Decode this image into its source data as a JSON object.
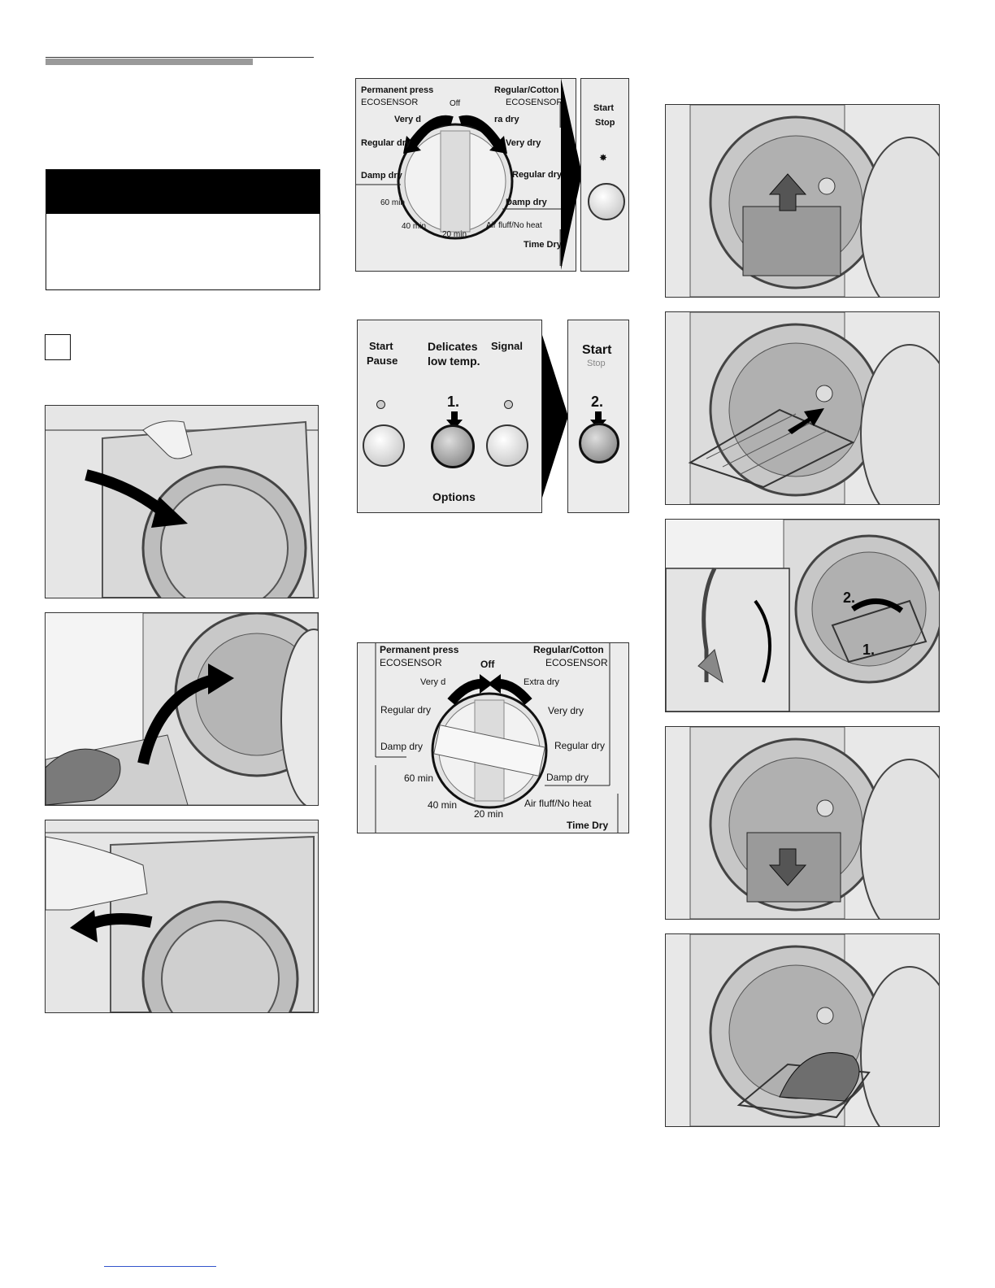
{
  "dial1": {
    "permanent_press": "Permanent press",
    "eco_left": "ECOSENSOR",
    "regular_cotton": "Regular/Cotton",
    "eco_right": "ECOSENSOR",
    "off": "Off",
    "very_dry_left": "Very d",
    "regular_dry_left": "Regular dry",
    "damp_dry_left": "Damp dry",
    "extra_dry_right": "ra dry",
    "very_dry_right": "Very dry",
    "regular_dry_right": "Regular dry",
    "damp_dry_right": "Damp dry",
    "min60": "60 min",
    "min40": "40 min",
    "min20": "20 min",
    "air_fluff": "Air fluff/No heat",
    "time_dry": "Time Dry"
  },
  "panel1_start": {
    "start": "Start",
    "stop": "Stop"
  },
  "options_panel": {
    "start": "Start",
    "pause": "Pause",
    "delicates": "Delicates",
    "low_temp": "low temp.",
    "signal": "Signal",
    "step1": "1.",
    "options": "Options"
  },
  "panel2_start": {
    "start": "Start",
    "stop": "Stop",
    "step2": "2."
  },
  "dial2": {
    "permanent_press": "Permanent press",
    "eco_left": "ECOSENSOR",
    "regular_cotton": "Regular/Cotton",
    "eco_right": "ECOSENSOR",
    "off": "Off",
    "very_dry_left": "Very d",
    "regular_dry_left": "Regular dry",
    "damp_dry_left": "Damp dry",
    "extra_dry_right": "Extra dry",
    "very_dry_right": "Very dry",
    "regular_dry_right": "Regular dry",
    "damp_dry_right": "Damp dry",
    "min60": "60 min",
    "min40": "40 min",
    "min20": "20 min",
    "air_fluff": "Air fluff/No heat",
    "time_dry": "Time Dry"
  },
  "rack_steps": {
    "step2": "2.",
    "step1": "1."
  }
}
